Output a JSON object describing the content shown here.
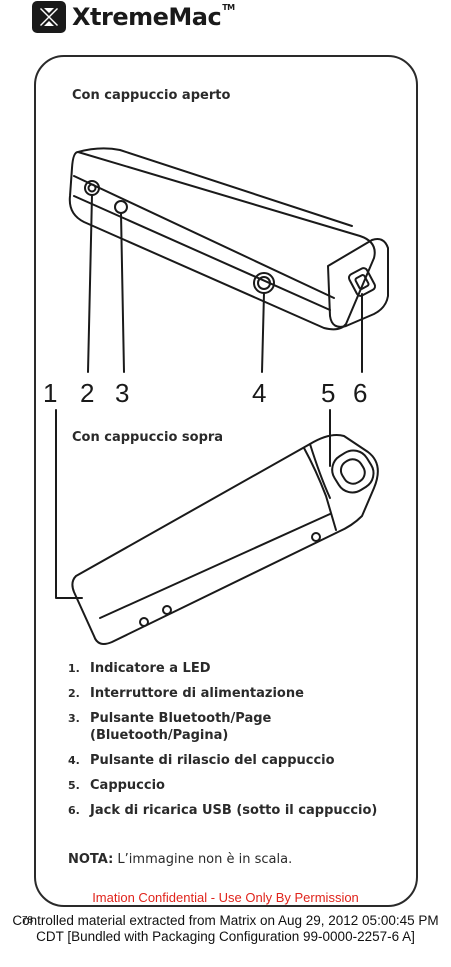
{
  "brand": {
    "name": "XtremeMac",
    "tm": "TM"
  },
  "sections": {
    "open_cap_title": "Con cappuccio aperto",
    "closed_cap_title": "Con cappuccio sopra"
  },
  "callouts": [
    "1",
    "2",
    "3",
    "4",
    "5",
    "6"
  ],
  "list": [
    {
      "num": "1.",
      "label": "Indicatore a LED"
    },
    {
      "num": "2.",
      "label": "Interruttore di alimentazione"
    },
    {
      "num": "3.",
      "label": "Pulsante Bluetooth/Page (Bluetooth/Pagina)"
    },
    {
      "num": "4.",
      "label": "Pulsante di rilascio del cappuccio"
    },
    {
      "num": "5.",
      "label": "Cappuccio"
    },
    {
      "num": "6.",
      "label": "Jack di ricarica USB (sotto il cappuccio)"
    }
  ],
  "note": {
    "label": "NOTA:",
    "text": " L’immagine non è in scala."
  },
  "confidential": "Imation Confidential - Use Only By Permission",
  "page_number": "78",
  "footer": "Controlled material extracted from Matrix on Aug 29, 2012 05:00:45 PM CDT [Bundled with Packaging Configuration 99-0000-2257-6 A]"
}
